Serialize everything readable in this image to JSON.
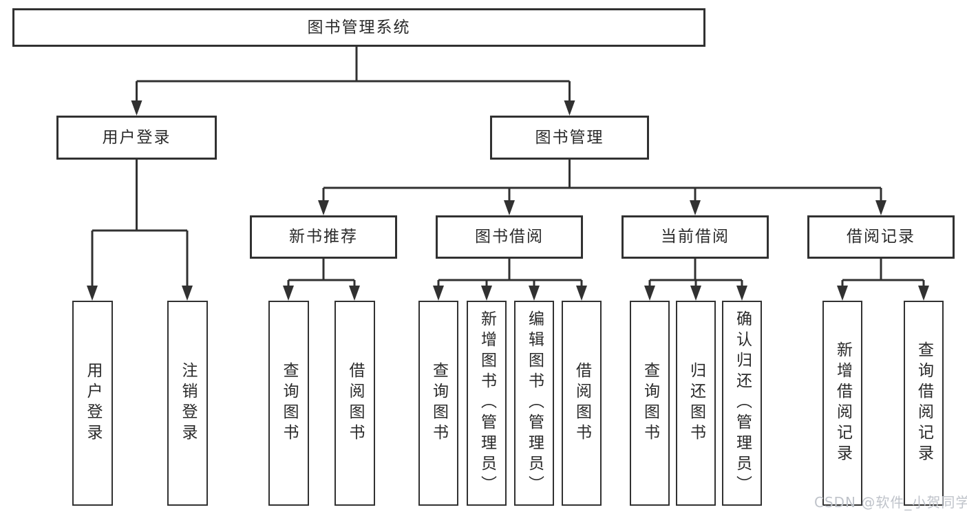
{
  "tree": {
    "label": "图书管理系统",
    "children": [
      {
        "label": "用户登录",
        "children": [
          {
            "label": "用户登录"
          },
          {
            "label": "注销登录"
          }
        ]
      },
      {
        "label": "图书管理",
        "children": [
          {
            "label": "新书推荐",
            "children": [
              {
                "label": "查询图书"
              },
              {
                "label": "借阅图书"
              }
            ]
          },
          {
            "label": "图书借阅",
            "children": [
              {
                "label": "查询图书"
              },
              {
                "label": "新增图书（管理员）"
              },
              {
                "label": "编辑图书（管理员）"
              },
              {
                "label": "借阅图书"
              }
            ]
          },
          {
            "label": "当前借阅",
            "children": [
              {
                "label": "查询图书"
              },
              {
                "label": "归还图书"
              },
              {
                "label": "确认归还（管理员）"
              }
            ]
          },
          {
            "label": "借阅记录",
            "children": [
              {
                "label": "新增借阅记录"
              },
              {
                "label": "查询借阅记录"
              }
            ]
          }
        ]
      }
    ]
  },
  "watermark": "CSDN @软件_小贺同学",
  "colors": {
    "line": "#313131",
    "text": "#2a2a2a",
    "box_fill": "#ffffff",
    "watermark": "#bfc3ca",
    "background": "#ffffff"
  }
}
